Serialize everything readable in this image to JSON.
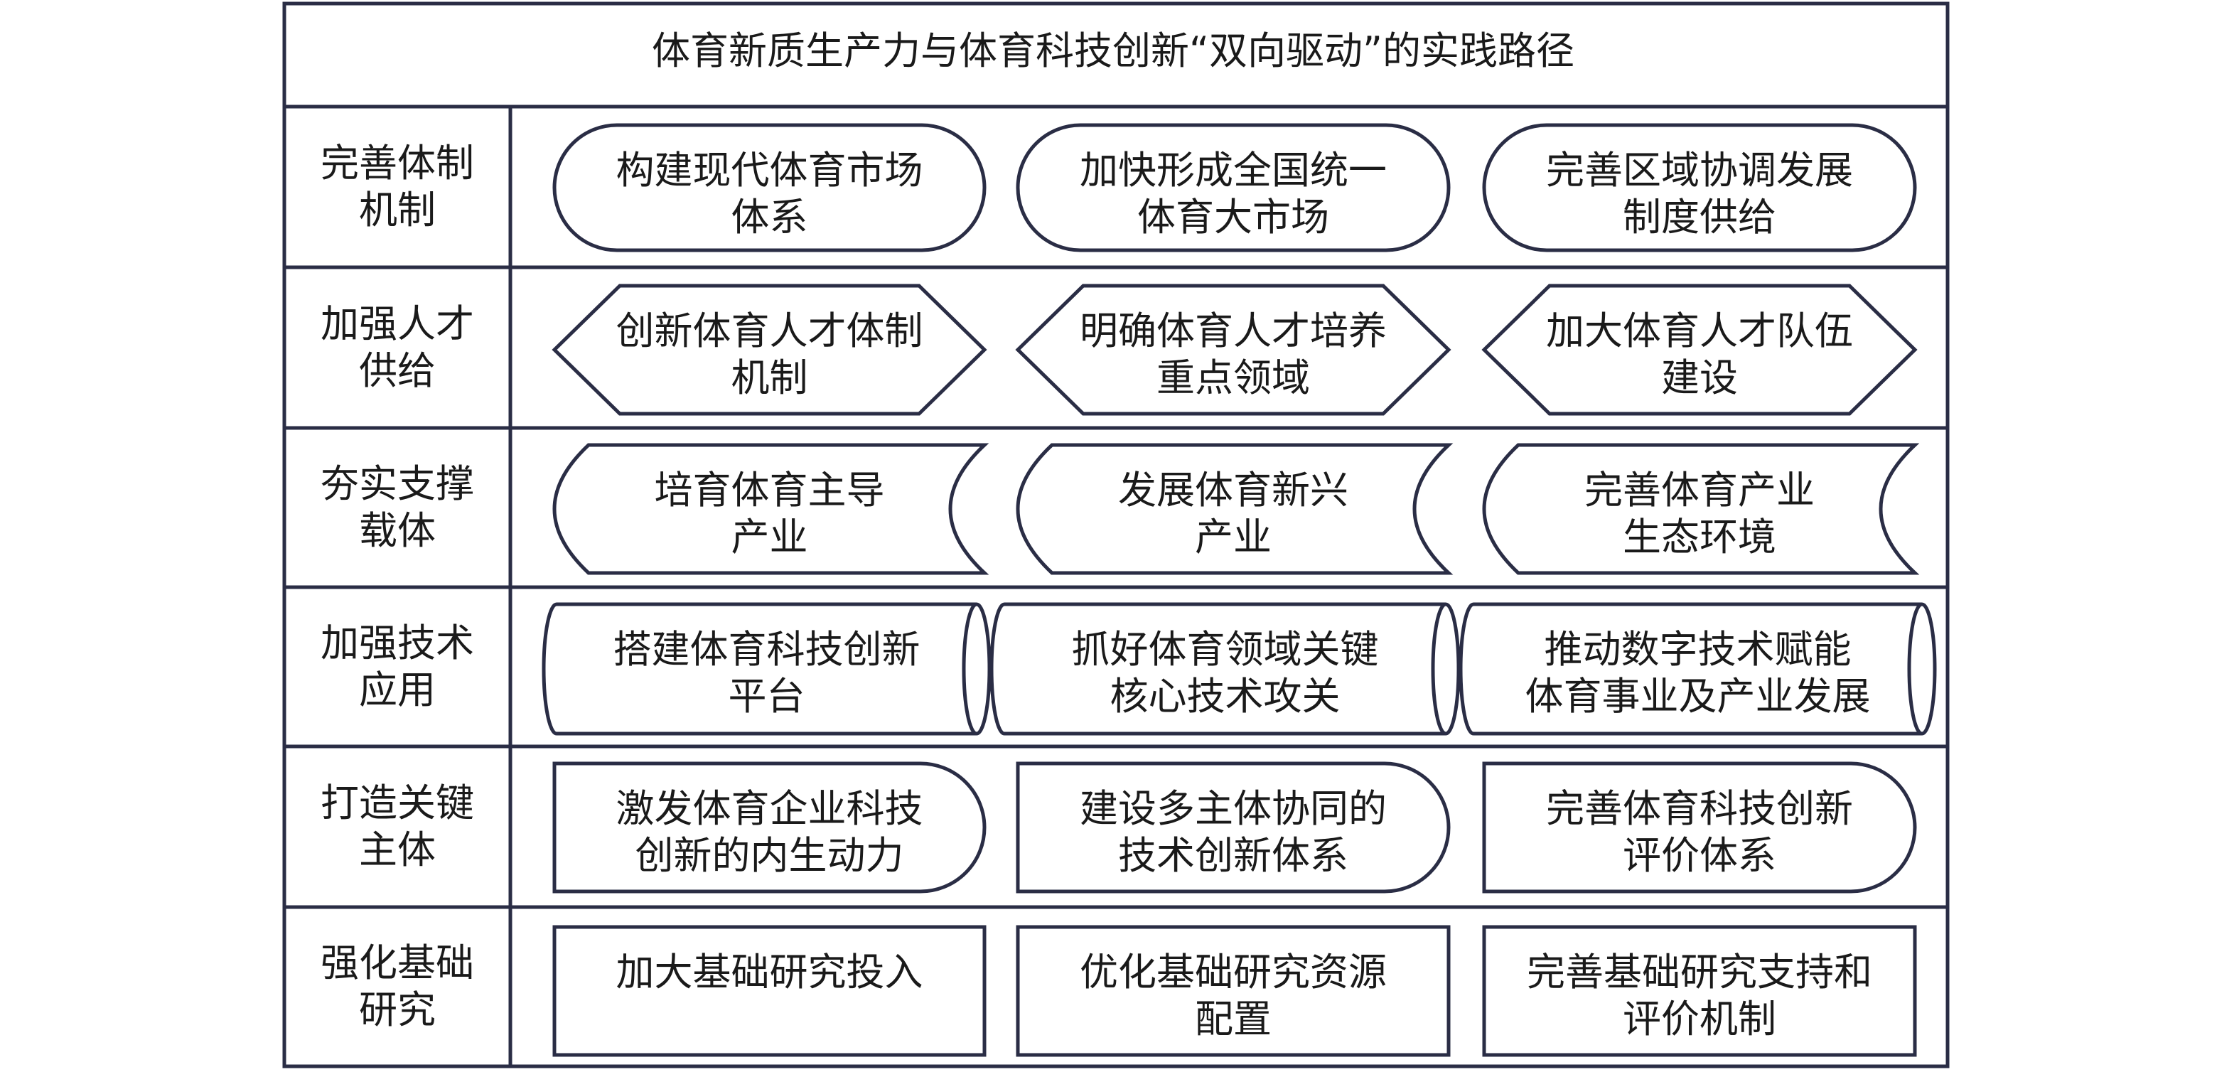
{
  "title": "体育新质生产力与体育科技创新“双向驱动”的实践路径",
  "colors": {
    "border": "#2a2d45",
    "text": "#1a1a1a",
    "background": "#ffffff"
  },
  "rows": [
    {
      "label": [
        "完善体制",
        "机制"
      ],
      "shape": "stadium",
      "items": [
        [
          "构建现代体育市场",
          "体系"
        ],
        [
          "加快形成全国统一",
          "体育大市场"
        ],
        [
          "完善区域协调发展",
          "制度供给"
        ]
      ]
    },
    {
      "label": [
        "加强人才",
        "供给"
      ],
      "shape": "hexagon",
      "items": [
        [
          "创新体育人才体制",
          "机制"
        ],
        [
          "明确体育人才培养",
          "重点领域"
        ],
        [
          "加大体育人才队伍",
          "建设"
        ]
      ]
    },
    {
      "label": [
        "夯实支撑",
        "载体"
      ],
      "shape": "stored-data",
      "items": [
        [
          "培育体育主导",
          "产业"
        ],
        [
          "发展体育新兴",
          "产业"
        ],
        [
          "完善体育产业",
          "生态环境"
        ]
      ]
    },
    {
      "label": [
        "加强技术",
        "应用"
      ],
      "shape": "cylinder",
      "items": [
        [
          "搭建体育科技创新",
          "平台"
        ],
        [
          "抓好体育领域关键",
          "核心技术攻关"
        ],
        [
          "推动数字技术赋能",
          "体育事业及产业发展"
        ]
      ]
    },
    {
      "label": [
        "打造关键",
        "主体"
      ],
      "shape": "delay",
      "items": [
        [
          "激发体育企业科技",
          "创新的内生动力"
        ],
        [
          "建设多主体协同的",
          "技术创新体系"
        ],
        [
          "完善体育科技创新",
          "评价体系"
        ]
      ]
    },
    {
      "label": [
        "强化基础",
        "研究"
      ],
      "shape": "rectangle",
      "items": [
        [
          "加大基础研究投入"
        ],
        [
          "优化基础研究资源",
          "配置"
        ],
        [
          "完善基础研究支持和",
          "评价机制"
        ]
      ]
    }
  ]
}
